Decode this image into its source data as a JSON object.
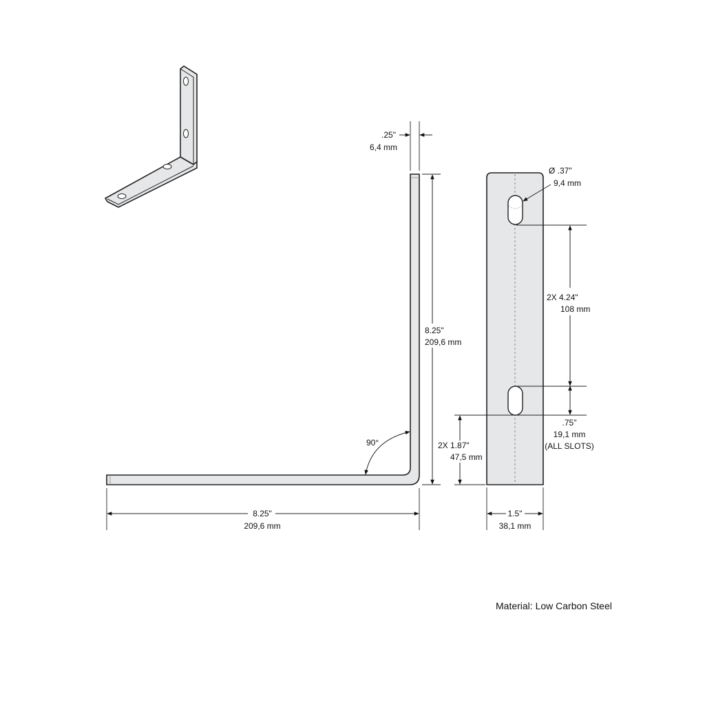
{
  "isometric_view": {
    "description": "Isometric view of L-shaped corner bracket with four slots"
  },
  "front_view": {
    "thickness_inch": ".25\"",
    "thickness_mm": "6,4 mm",
    "height_inch": "8.25\"",
    "height_mm": "209,6 mm",
    "width_inch": "8.25\"",
    "width_mm": "209,6 mm",
    "angle": "90°"
  },
  "side_view": {
    "slot_diameter_inch": "Ø .37\"",
    "slot_diameter_mm": "9,4 mm",
    "slot_spacing_inch": "2X 4.24\"",
    "slot_spacing_mm": "108 mm",
    "slot_length_inch": ".75\"",
    "slot_length_mm": "19,1 mm",
    "slot_length_note": "(ALL SLOTS)",
    "edge_offset_inch": "2X 1.87\"",
    "edge_offset_mm": "47,5 mm",
    "flange_width_inch": "1.5\"",
    "flange_width_mm": "38,1 mm"
  },
  "notes": {
    "material": "Material: Low Carbon Steel"
  },
  "colors": {
    "part_fill": "#e6e7e9",
    "line": "#222222",
    "centerline": "#999999"
  }
}
